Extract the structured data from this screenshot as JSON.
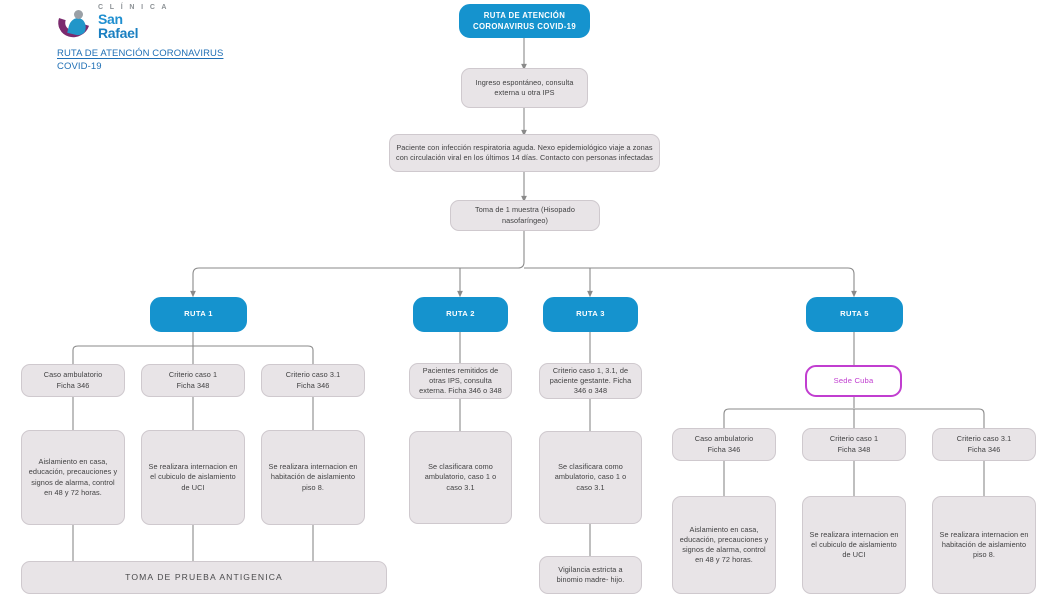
{
  "document": {
    "logo": {
      "clinica": "C L Í N I C A",
      "name_line1": "San",
      "name_line2": "Rafael",
      "mark_name": "clinica-san-rafael-logo"
    },
    "title_line1": "RUTA DE ATENCIÓN CORONAVIRUS",
    "title_line2": "COVID-19",
    "title_color": "#1f6fb5"
  },
  "colors": {
    "blue_node": "#1593ce",
    "gray_node": "#e8e4e7",
    "gray_border": "#cfc9ce",
    "purple_node_border": "#c13ed0",
    "purple_node_text": "#c13ed0",
    "connector": "#8a8a8a",
    "text": "#3f3f40"
  },
  "flow": {
    "root": "RUTA DE ATENCIÓN CORONAVIRUS COVID-19",
    "entry": "Ingreso espontáneo, consulta externa u otra IPS",
    "criteria": "Paciente con infección respiratoria aguda. Nexo epidemiológico viaje a zonas con circulación viral en los últimos 14 días. Contacto con personas infectadas",
    "sample": "Toma de 1 muestra (Hisopado nasofaríngeo)",
    "routes": [
      {
        "label": "RUTA 1"
      },
      {
        "label": "RUTA 2"
      },
      {
        "label": "RUTA 3"
      },
      {
        "label": "RUTA 5"
      }
    ],
    "ruta1": {
      "cases": [
        "Caso ambulatorio\nFicha 346",
        "Criterio caso 1\nFicha 348",
        "Criterio caso 3.1\nFicha 346"
      ],
      "actions": [
        "Aislamiento en casa, educación, precauciones y signos de alarma, control en 48 y 72 horas.",
        "Se realizara internacion en el cubiculo de aislamiento de UCI",
        "Se realizara internacion en habitación de aislamiento piso 8."
      ]
    },
    "ruta2": {
      "case": "Pacientes remitidos de otras IPS, consulta externa. Ficha 346 o 348",
      "action": "Se clasificara como ambulatorio, caso 1 o caso 3.1"
    },
    "ruta3": {
      "case": "Criterio caso 1, 3.1, de paciente gestante. Ficha 346 o 348",
      "action": "Se clasificara como ambulatorio, caso 1 o caso 3.1",
      "followup": "Vigilancia estricta a binomio madre- hijo."
    },
    "ruta5": {
      "sede": "Sede Cuba",
      "cases": [
        "Caso ambulatorio\nFicha 346",
        "Criterio caso 1\nFicha 348",
        "Criterio caso 3.1\nFicha 346"
      ],
      "actions": [
        "Aislamiento en casa, educación, precauciones y signos de alarma, control en 48 y 72 horas.",
        "Se realizara internacion en el cubiculo de aislamiento de UCI",
        "Se realizara internacion en habitación de aislamiento piso 8."
      ]
    },
    "bottom_bar": "TOMA DE PRUEBA ANTIGENICA"
  }
}
